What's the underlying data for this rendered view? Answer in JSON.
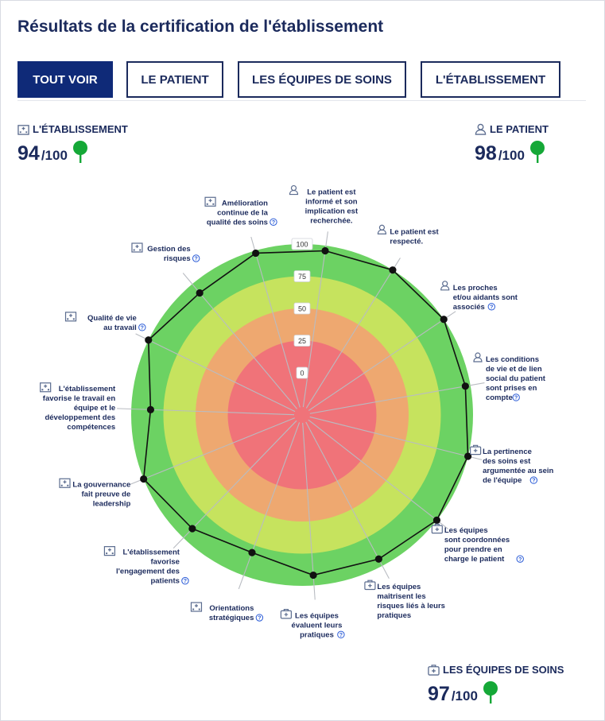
{
  "title": "Résultats de la certification de l'établissement",
  "tabs": [
    {
      "label": "TOUT VOIR",
      "active": true
    },
    {
      "label": "LE PATIENT",
      "active": false
    },
    {
      "label": "LES ÉQUIPES DE SOINS",
      "active": false
    },
    {
      "label": "L'ÉTABLISSEMENT",
      "active": false
    }
  ],
  "scores": {
    "etablissement": {
      "label": "L'ÉTABLISSEMENT",
      "value": "94",
      "max": "/100",
      "icon": "hospital-icon"
    },
    "patient": {
      "label": "LE PATIENT",
      "value": "98",
      "max": "/100",
      "icon": "person-icon"
    },
    "equipes": {
      "label": "LES ÉQUIPES DE SOINS",
      "value": "97",
      "max": "/100",
      "icon": "medical-kit-icon"
    }
  },
  "colors": {
    "navy": "#1b2a5c",
    "active_tab": "#0f2a78",
    "zone_100": "#6cd263",
    "zone_75": "#c6e35e",
    "zone_50": "#eea870",
    "zone_25": "#f07379",
    "tree": "#15a837"
  },
  "chart_data": {
    "type": "radar",
    "rings": [
      0,
      25,
      50,
      75,
      100
    ],
    "range": [
      0,
      100
    ],
    "axes": [
      {
        "label": [
          "Le patient est",
          "informé et son",
          "implication est",
          "recherchée."
        ],
        "group": "patient",
        "value": 96,
        "help": false
      },
      {
        "label": [
          "Le patient est",
          "respecté."
        ],
        "group": "patient",
        "value": 100,
        "help": false
      },
      {
        "label": [
          "Les proches",
          "et/ou aidants sont",
          "associés"
        ],
        "group": "patient",
        "value": 100,
        "help": true
      },
      {
        "label": [
          "Les conditions",
          "de vie et de lien",
          "social du patient",
          "sont prises en",
          "compte"
        ],
        "group": "patient",
        "value": 96,
        "help": true
      },
      {
        "label": [
          "La pertinence",
          "des soins est",
          "argumentée au sein",
          "de l'équipe"
        ],
        "group": "equipes",
        "value": 100,
        "help": true
      },
      {
        "label": [
          "Les équipes",
          "sont coordonnées",
          "pour prendre en",
          "charge le patient"
        ],
        "group": "equipes",
        "value": 100,
        "help": true
      },
      {
        "label": [
          "Les équipes",
          "maîtrisent les",
          "risques liés à leurs",
          "pratiques"
        ],
        "group": "equipes",
        "value": 94,
        "help": false
      },
      {
        "label": [
          "Les équipes",
          "évaluent leurs",
          "pratiques"
        ],
        "group": "equipes",
        "value": 92,
        "help": true
      },
      {
        "label": [
          "Orientations",
          "stratégiques"
        ],
        "group": "etablissement",
        "value": 81,
        "help": true
      },
      {
        "label": [
          "L'établissement",
          "favorise",
          "l'engagement des",
          "patients"
        ],
        "group": "etablissement",
        "value": 90,
        "help": true
      },
      {
        "label": [
          "La gouvernance",
          "fait preuve de",
          "leadership"
        ],
        "group": "etablissement",
        "value": 100,
        "help": false
      },
      {
        "label": [
          "L'établissement",
          "favorise le travail en",
          "équipe et le",
          "développement des",
          "compétences"
        ],
        "group": "etablissement",
        "value": 85,
        "help": false
      },
      {
        "label": [
          "Qualité de vie",
          "au travail"
        ],
        "group": "etablissement",
        "value": 100,
        "help": true
      },
      {
        "label": [
          "Gestion des",
          "risques"
        ],
        "group": "etablissement",
        "value": 91,
        "help": true
      },
      {
        "label": [
          "Amélioration",
          "continue de la",
          "qualité des soins"
        ],
        "group": "etablissement",
        "value": 98,
        "help": true
      }
    ]
  }
}
